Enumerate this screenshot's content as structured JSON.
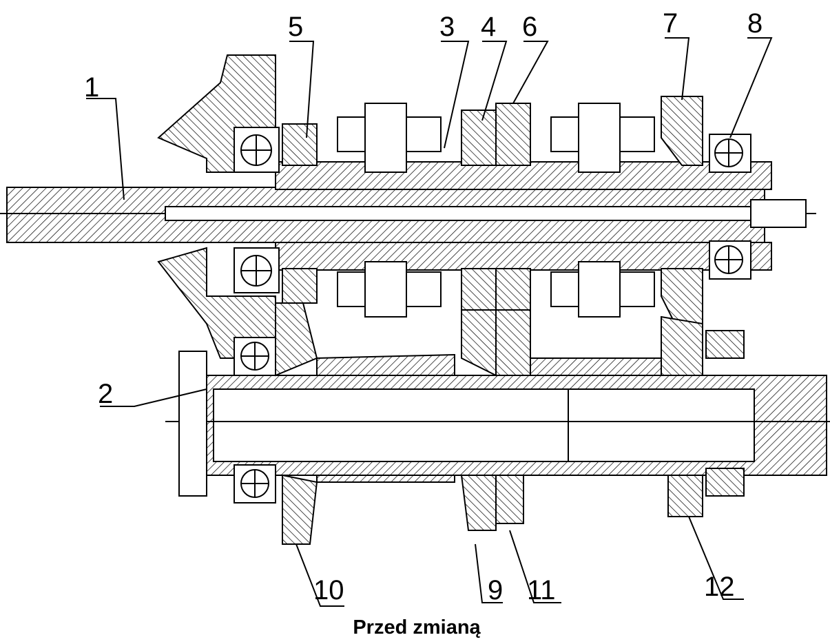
{
  "callouts": [
    "1",
    "2",
    "3",
    "4",
    "5",
    "6",
    "7",
    "8",
    "9",
    "10",
    "11",
    "12"
  ],
  "caption": "Przed zmianą"
}
